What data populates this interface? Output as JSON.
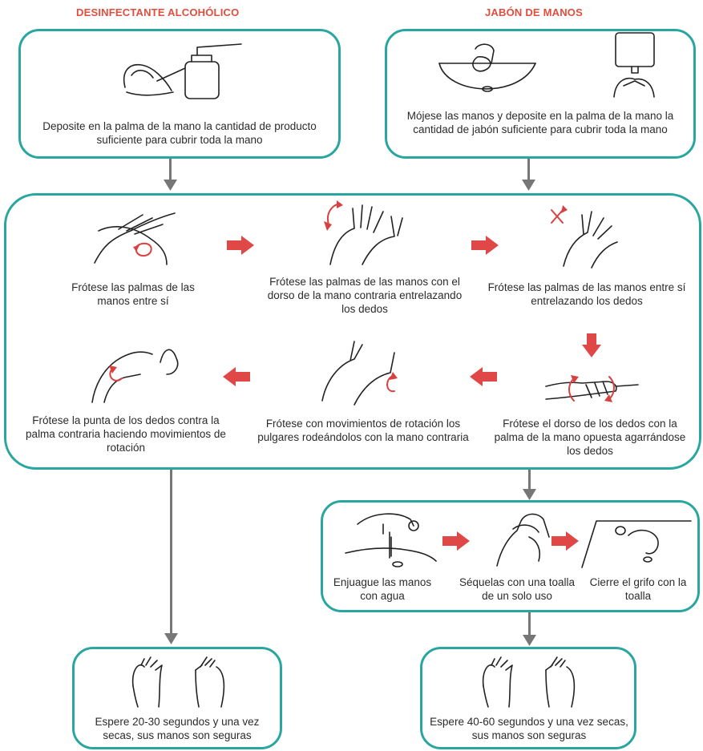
{
  "headers": {
    "alcohol": "DESINFECTANTE  ALCOHÓLICO",
    "soap": "JABÓN DE MANOS"
  },
  "steps": {
    "alcohol_apply": "Deposite en la palma de la mano la cantidad de producto suficiente para cubrir toda la mano",
    "soap_apply": "Mójese las manos y deposite en la palma de la mano la cantidad de jabón suficiente para cubrir toda la mano",
    "rub_palms": "Frótese las palmas de las manos entre sí",
    "rub_back": "Frótese las palmas de las manos con el dorso de la mano contraria entrelazando los dedos",
    "interlace": "Frótese las palmas de las manos entre sí entrelazando los dedos",
    "finger_backs": "Frótese el dorso de los dedos con la palma de la mano opuesta agarrándose los dedos",
    "thumbs": "Frótese con movimientos de rotación los pulgares rodeándolos con la mano contraria",
    "fingertips": "Frótese la punta de los dedos contra la palma contraria haciendo movimientos de rotación",
    "rinse": "Enjuague las manos con agua",
    "dry": "Séquelas con una toalla de un solo uso",
    "tap": "Cierre el grifo con la toalla",
    "wait_alcohol": "Espere 20-30 segundos y una vez secas, sus manos son seguras",
    "wait_soap": "Espere 40-60 segundos y una vez secas, sus manos son seguras"
  },
  "colors": {
    "box_border": "#2aa6a0",
    "header": "#e04e3e",
    "arrow_red": "#e04848",
    "connector": "#777777"
  }
}
